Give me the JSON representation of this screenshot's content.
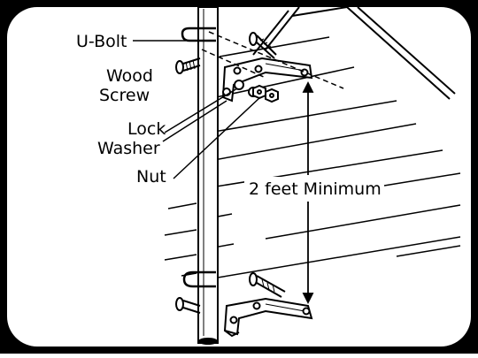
{
  "diagram": {
    "labels": {
      "u_bolt": "U-Bolt",
      "wood_screw_line1": "Wood",
      "wood_screw_line2": "Screw",
      "lock_washer_line1": "Lock",
      "lock_washer_line2": "Washer",
      "nut": "Nut",
      "clearance": "2 feet Minimum"
    },
    "colors": {
      "ink": "#000000",
      "paper": "#ffffff"
    }
  }
}
